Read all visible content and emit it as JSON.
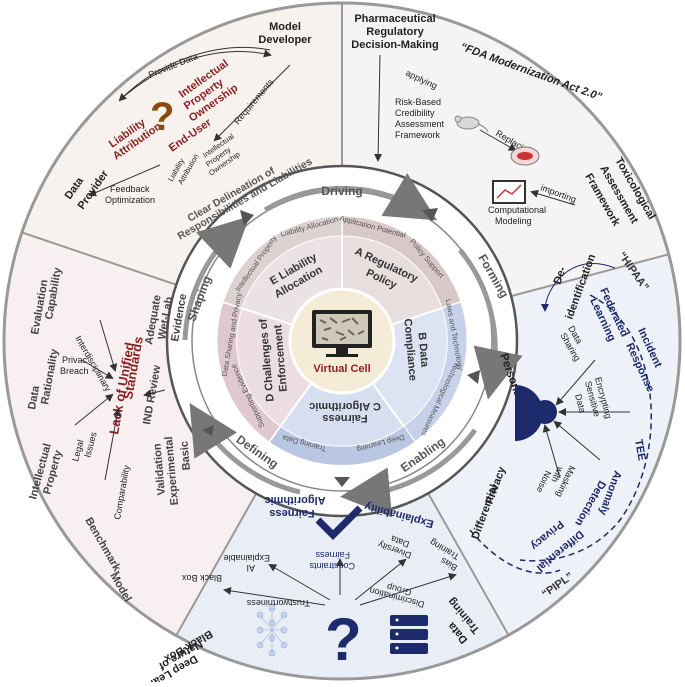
{
  "center": {
    "title": "Virtual Cell"
  },
  "ring": {
    "driving": "Driving",
    "forming": "Forming",
    "enabling": "Enabling",
    "defining": "Defining",
    "shaping": "Shaping"
  },
  "segments": {
    "a": {
      "title_1": "A Regulatory",
      "title_2": "Policy",
      "subs": [
        "Application Potential",
        "Policy Support"
      ]
    },
    "b": {
      "title_1": "B Data",
      "title_2": "Compliance",
      "subs": [
        "Laws and Technology",
        "Technological Measures"
      ]
    },
    "c": {
      "title_1": "C Algorithmic",
      "title_2": "Fairness",
      "subs": [
        "Deep Learning",
        "Training Data"
      ]
    },
    "d": {
      "title_1": "D Challenges of",
      "title_2": "Enforcement",
      "subs": [
        "Supporting Evidence",
        "Data Sharing and Privacy"
      ]
    },
    "e": {
      "title_1": "E Liability",
      "title_2": "Allocation",
      "subs": [
        "Intellectual Property",
        "Liability Allocation"
      ]
    }
  },
  "panel_regulatory": {
    "title_1": "Pharmaceutical",
    "title_2": "Regulatory",
    "title_3": "Decision-Making",
    "fda": "“FDA Modernization Act 2.0”",
    "applying": "applying",
    "framework_1": "Risk-Based",
    "framework_2": "Credibility",
    "framework_3": "Assessment",
    "framework_4": "Framework",
    "replacing": "Replacing",
    "importing": "importing",
    "computational_1": "Computational",
    "computational_2": "Modeling",
    "tox_1": "Toxicological",
    "tox_2": "Assessment",
    "tox_3": "Framework"
  },
  "panel_liability": {
    "model_dev_1": "Model",
    "model_dev_2": "Developer",
    "provide_data": "Provide Data",
    "ip_1": "Intellectual",
    "ip_2": "Property",
    "ip_3": "Ownership",
    "liab_1": "Liability",
    "liab_2": "Attribution",
    "end_user": "End-User",
    "requirements": "Requirements",
    "small_ip_1": "Intellectual",
    "small_ip_2": "Property",
    "small_ip_3": "Ownership",
    "small_liab_1": "Liability",
    "small_liab_2": "Attribution",
    "feedback_1": "Feedback",
    "feedback_2": "Optimization",
    "data_provider_1": "Data",
    "data_provider_2": "Provider",
    "clear_1": "Clear Delineation of",
    "clear_2": "Responsibilities and Liabilities"
  },
  "panel_privacy": {
    "hipaa": "“HIPAA”",
    "deident_1": "De-",
    "deident_2": "identification",
    "fed_1": "Federated",
    "fed_2": "Learning",
    "incident_1": "Incident",
    "incident_2": "Response",
    "data_sharing_1": "Data",
    "data_sharing_2": "Sharing",
    "personal_data": "Personal Data",
    "encrypting_1": "Encrypting",
    "encrypting_2": "Sensitive",
    "encrypting_3": "Data",
    "tee": "TEE",
    "masking_1": "Masking",
    "masking_2": "with",
    "masking_3": "Noise",
    "anomaly_1": "Anomaly",
    "anomaly_2": "Detection",
    "diffpriv_1": "Differential",
    "diffpriv_2": "Privacy",
    "diffpriv_b1": "Differential",
    "diffpriv_b2": "Privacy",
    "pipl": "“PIPL”"
  },
  "panel_fairness": {
    "algo_1": "Algorithmic",
    "algo_2": "Fairness",
    "explain": "Explainability",
    "black_box": "Black Box",
    "explainable_1": "Explainable",
    "explainable_2": "AI",
    "fair_constraints_1": "Fairness",
    "fair_constraints_2": "Constraints",
    "data_diversity_1": "Data",
    "data_diversity_2": "Diversity",
    "training_bias_1": "Training",
    "training_bias_2": "Bias",
    "trust": "Trustworthiness",
    "group_1": "Group",
    "group_2": "Discrimination",
    "bbdl_1": "Black-Box",
    "bbdl_2": "Nature of",
    "bbdl_3": "Deep Learning",
    "training_data_1": "Training",
    "training_data_2": "Data"
  },
  "panel_evidence": {
    "eval_1": "Evaluation",
    "eval_2": "Capability",
    "interdisc": "Interdisciplinary",
    "rational_1": "Data",
    "rational_2": "Rationality",
    "privac_1": "Privac",
    "privac_2": "Breach",
    "lack_1": "Lack of Unified",
    "lack_2": "Standards",
    "legal_1": "Legal",
    "legal_2": "Issues",
    "ip_1": "Intellectual",
    "ip_2": "Property",
    "comparability": "Comparability",
    "benchmark_1": "Model",
    "benchmark_2": "Benchmark-",
    "adequate_1": "Adequate",
    "adequate_2": "Wet-Lab",
    "adequate_3": "Evidence",
    "ind": "IND Review",
    "basic_1": "Basic",
    "basic_2": "Experimental",
    "basic_3": "Validation"
  }
}
